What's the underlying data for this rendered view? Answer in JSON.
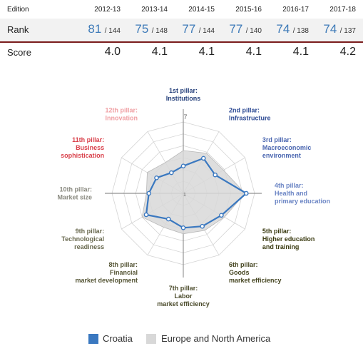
{
  "table": {
    "edition_label": "Edition",
    "rank_label": "Rank",
    "score_label": "Score",
    "editions": [
      "2012-13",
      "2013-14",
      "2014-15",
      "2015-16",
      "2016-17",
      "2017-18"
    ],
    "ranks": [
      {
        "rank": "81",
        "of": "/ 144"
      },
      {
        "rank": "75",
        "of": "/ 148"
      },
      {
        "rank": "77",
        "of": "/ 144"
      },
      {
        "rank": "77",
        "of": "/ 140"
      },
      {
        "rank": "74",
        "of": "/ 138"
      },
      {
        "rank": "74",
        "of": "/ 137"
      }
    ],
    "scores": [
      "4.0",
      "4.1",
      "4.1",
      "4.1",
      "4.1",
      "4.2"
    ]
  },
  "chart_data": {
    "type": "radar",
    "rmin": 1,
    "rmax": 7,
    "max_tick_label": "7",
    "min_tick_label": "1",
    "axes": [
      {
        "name": "1st pillar:",
        "name2": "Institutions",
        "color": "#243f7a"
      },
      {
        "name": "2nd pillar:",
        "name2": "Infrastructure",
        "color": "#2d4a94"
      },
      {
        "name": "3rd pillar:",
        "name2": "Macroeconomic environment",
        "color": "#4a66b0"
      },
      {
        "name": "4th pillar:",
        "name2": "Health and primary education",
        "color": "#6a84c4"
      },
      {
        "name": "5th pillar:",
        "name2": "Higher education and training",
        "color": "#3a3a10"
      },
      {
        "name": "6th pillar:",
        "name2": "Goods market efficiency",
        "color": "#454520"
      },
      {
        "name": "7th pillar:",
        "name2": "Labor market efficiency",
        "color": "#4a4a2a"
      },
      {
        "name": "8th pillar:",
        "name2": "Financial market development",
        "color": "#555535"
      },
      {
        "name": "9th pillar:",
        "name2": "Technological readiness",
        "color": "#6a6a50"
      },
      {
        "name": "10th pillar:",
        "name2": "Market size",
        "color": "#8a8a80"
      },
      {
        "name": "11th pillar:",
        "name2": "Business sophistication",
        "color": "#d9414b"
      },
      {
        "name": "12th pillar:",
        "name2": "Innovation",
        "color": "#f0a0a4"
      }
    ],
    "series": [
      {
        "name": "Croatia",
        "color": "#3a78c0",
        "values": [
          3.3,
          4.4,
          4.1,
          6.3,
          4.7,
          4.2,
          3.9,
          3.5,
          4.6,
          3.9,
          3.6,
          3.0
        ]
      },
      {
        "name": "Europe and North America",
        "color": "#d8d8d8",
        "values": [
          4.6,
          4.9,
          4.9,
          6.2,
          5.0,
          4.6,
          4.4,
          4.3,
          5.0,
          4.1,
          4.5,
          4.0
        ]
      }
    ],
    "legend_position": "bottom"
  }
}
